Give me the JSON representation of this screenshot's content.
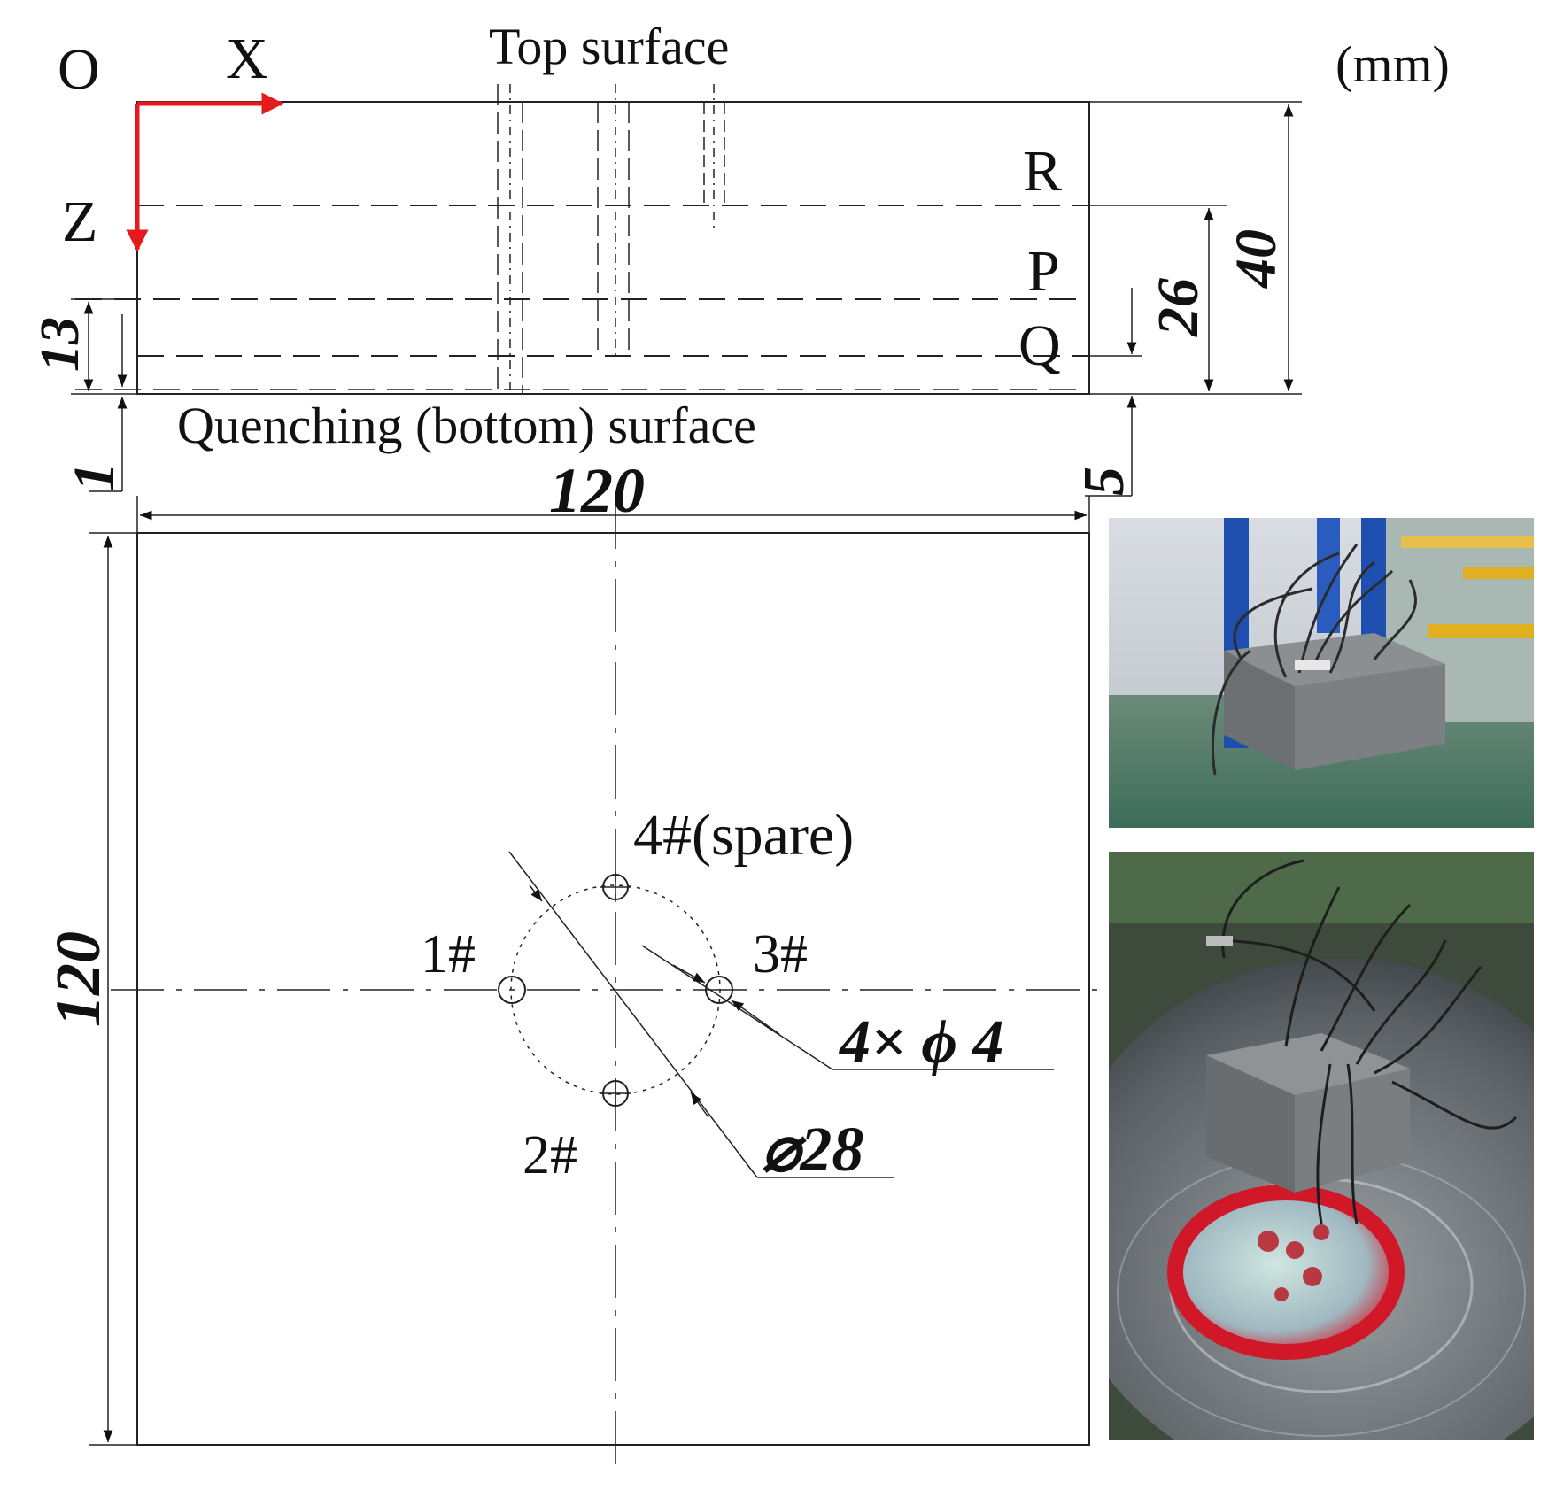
{
  "units": "(mm)",
  "axes": {
    "origin": "O",
    "x": "X",
    "z": "Z",
    "color": "#e41a1c"
  },
  "side_view": {
    "top_label": "Top surface",
    "bottom_label": "Quenching (bottom) surface",
    "planes": [
      "R",
      "P",
      "Q"
    ]
  },
  "dimensions": {
    "thickness": "40",
    "depth_r": "26",
    "offset_bottom_right": "5",
    "depth_p": "13",
    "offset_bottom_left": "1",
    "width": "120",
    "height": "120",
    "hole_spec": "4× ϕ 4",
    "circle_diameter": "⌀28"
  },
  "holes": [
    "1#",
    "2#",
    "3#",
    "4#(spare)"
  ],
  "photos": [
    {
      "name": "photo-block-setup"
    },
    {
      "name": "photo-quenching-bath"
    }
  ]
}
